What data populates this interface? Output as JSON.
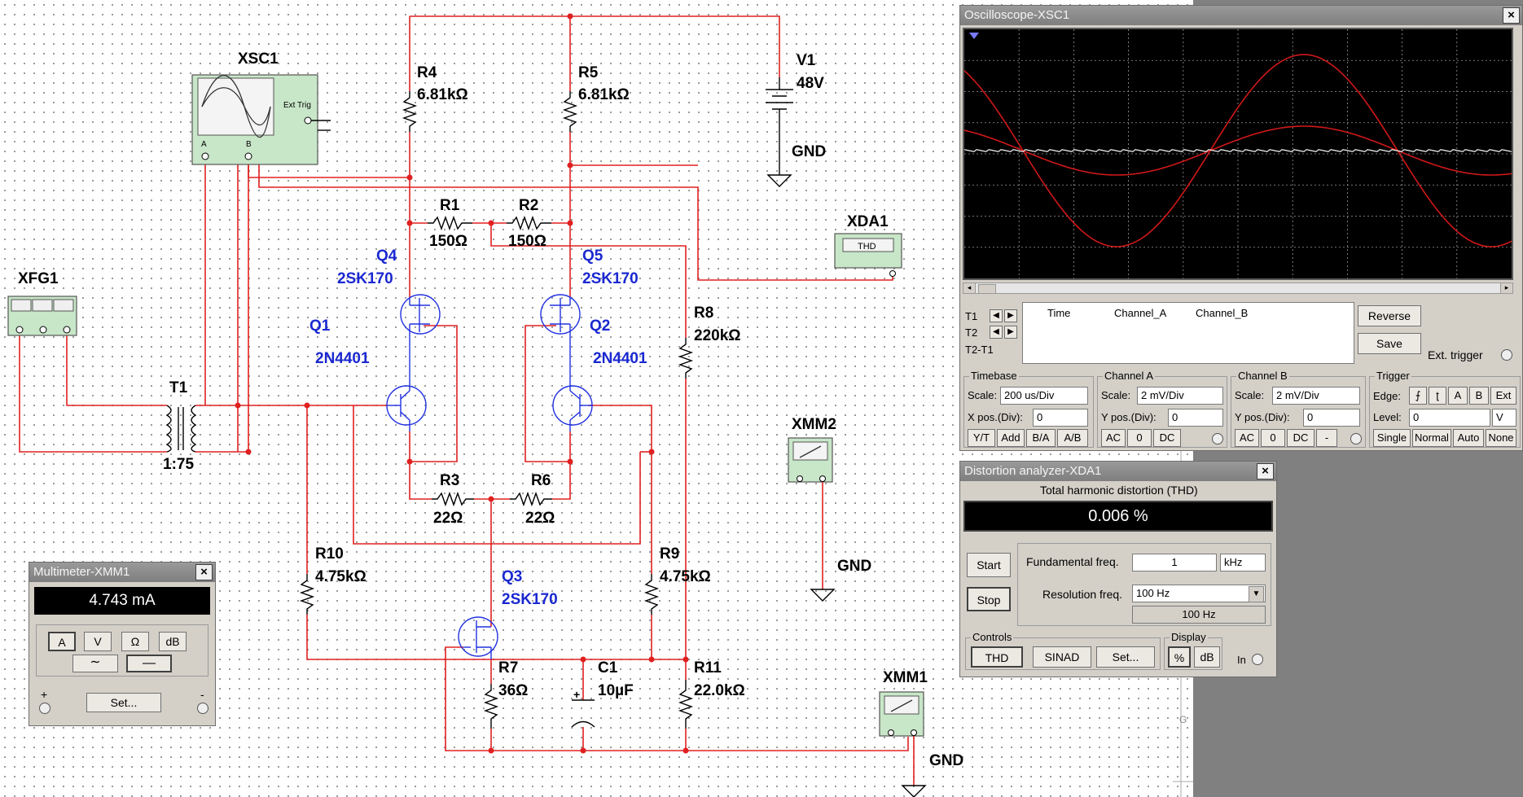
{
  "schematic": {
    "components": {
      "R4": {
        "name": "R4",
        "value": "6.81kΩ"
      },
      "R5": {
        "name": "R5",
        "value": "6.81kΩ"
      },
      "R1": {
        "name": "R1",
        "value": "150Ω"
      },
      "R2": {
        "name": "R2",
        "value": "150Ω"
      },
      "R3": {
        "name": "R3",
        "value": "22Ω"
      },
      "R6": {
        "name": "R6",
        "value": "22Ω"
      },
      "R7": {
        "name": "R7",
        "value": "36Ω"
      },
      "R8": {
        "name": "R8",
        "value": "220kΩ"
      },
      "R9": {
        "name": "R9",
        "value": "4.75kΩ"
      },
      "R10": {
        "name": "R10",
        "value": "4.75kΩ"
      },
      "R11": {
        "name": "R11",
        "value": "22.0kΩ"
      },
      "C1": {
        "name": "C1",
        "value": "10µF"
      },
      "V1": {
        "name": "V1",
        "value": "48V"
      },
      "Q1": {
        "name": "Q1",
        "model": "2N4401"
      },
      "Q2": {
        "name": "Q2",
        "model": "2N4401"
      },
      "Q3": {
        "name": "Q3",
        "model": "2SK170"
      },
      "Q4": {
        "name": "Q4",
        "model": "2SK170"
      },
      "Q5": {
        "name": "Q5",
        "model": "2SK170"
      },
      "T1": {
        "name": "T1",
        "ratio": "1:75"
      },
      "XSC1": {
        "name": "XSC1",
        "ext_trig": "Ext Trig",
        "a": "A",
        "b": "B"
      },
      "XFG1": {
        "name": "XFG1"
      },
      "XDA1": {
        "name": "XDA1",
        "face": "THD"
      },
      "XMM1": {
        "name": "XMM1"
      },
      "XMM2": {
        "name": "XMM2"
      }
    },
    "gnd_label": "GND",
    "page_marker": "G"
  },
  "oscilloscope": {
    "title": "Oscilloscope-XSC1",
    "close": "×",
    "cursor_table": {
      "t1": "T1",
      "t2": "T2",
      "t2t1": "T2-T1",
      "col_time": "Time",
      "col_a": "Channel_A",
      "col_b": "Channel_B"
    },
    "buttons": {
      "reverse": "Reverse",
      "save": "Save"
    },
    "ext_trigger": "Ext. trigger",
    "timebase": {
      "label": "Timebase",
      "scale_label": "Scale:",
      "scale": "200 us/Div",
      "xpos_label": "X pos.(Div):",
      "xpos": "0",
      "modes": [
        "Y/T",
        "Add",
        "B/A",
        "A/B"
      ]
    },
    "channel_a": {
      "label": "Channel A",
      "scale_label": "Scale:",
      "scale": "2 mV/Div",
      "ypos_label": "Y pos.(Div):",
      "ypos": "0",
      "coupling": [
        "AC",
        "0",
        "DC"
      ]
    },
    "channel_b": {
      "label": "Channel B",
      "scale_label": "Scale:",
      "scale": "2 mV/Div",
      "ypos_label": "Y pos.(Div):",
      "ypos": "0",
      "coupling": [
        "AC",
        "0",
        "DC",
        "-"
      ]
    },
    "trigger": {
      "label": "Trigger",
      "edge_label": "Edge:",
      "edge": [
        "A",
        "B",
        "Ext"
      ],
      "level_label": "Level:",
      "level": "0",
      "level_unit": "V",
      "modes": [
        "Single",
        "Normal",
        "Auto",
        "None"
      ]
    },
    "trace_colors": {
      "channel_a": "#d01818",
      "channel_b": "#d01818",
      "screen": "#000000",
      "grid": "#9a9a9a"
    }
  },
  "distortion_analyzer": {
    "title": "Distortion analyzer-XDA1",
    "close": "×",
    "thd_label": "Total harmonic distortion (THD)",
    "thd_value": "0.006 %",
    "start": "Start",
    "stop": "Stop",
    "fund_label": "Fundamental freq.",
    "fund_value": "1",
    "fund_unit": "kHz",
    "res_label": "Resolution freq.",
    "res_value": "100 Hz",
    "res_readout": "100 Hz",
    "controls_label": "Controls",
    "controls": [
      "THD",
      "SINAD",
      "Set..."
    ],
    "display_label": "Display",
    "display": [
      "%",
      "dB"
    ],
    "in_label": "In"
  },
  "multimeter": {
    "title": "Multimeter-XMM1",
    "close": "×",
    "reading": "4.743 mA",
    "modes": [
      "A",
      "V",
      "Ω",
      "dB"
    ],
    "set": "Set...",
    "plus": "+",
    "minus": "-"
  }
}
